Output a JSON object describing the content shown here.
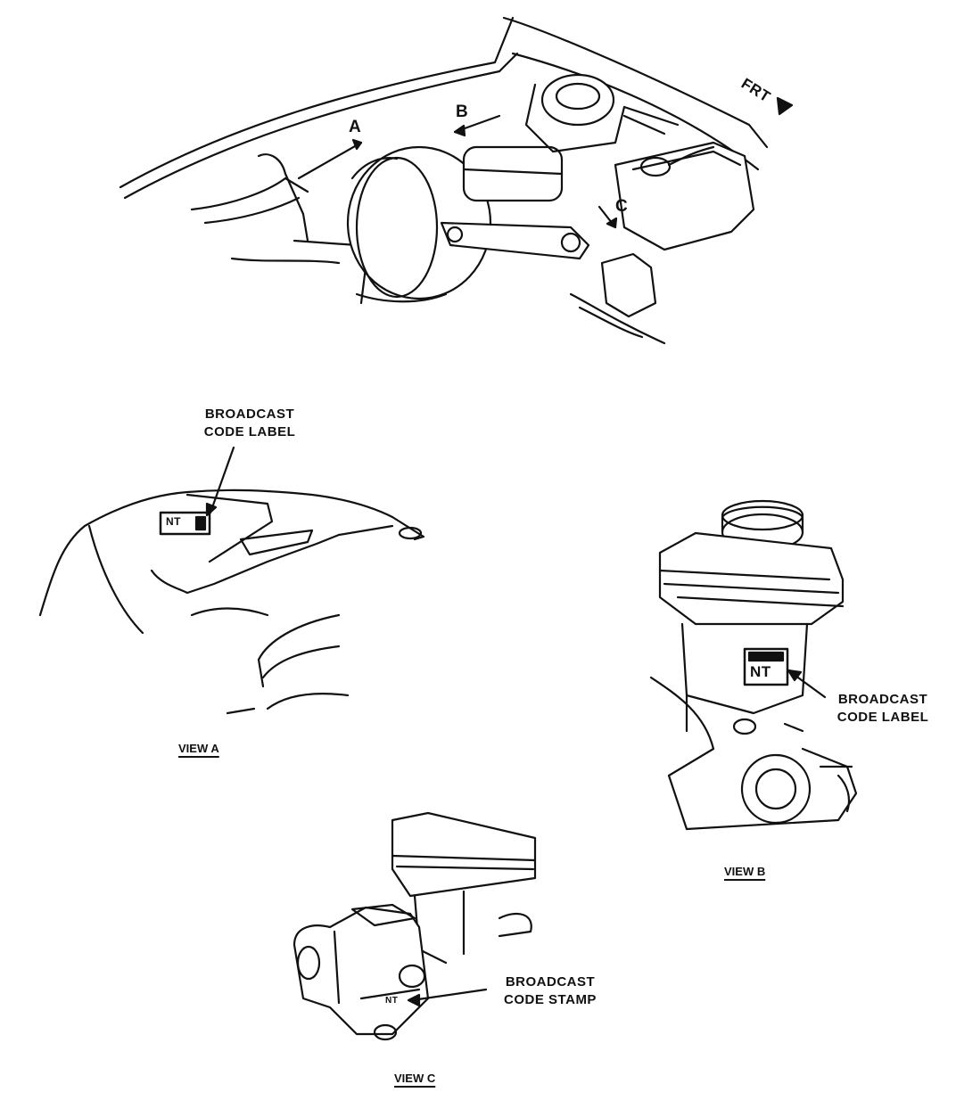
{
  "overview": {
    "front_label": "FRT",
    "callout_a": "A",
    "callout_b": "B",
    "callout_c": "C"
  },
  "view_a": {
    "label_line1": "BROADCAST",
    "label_line2": "CODE LABEL",
    "caption": "VIEW A",
    "code": "NT"
  },
  "view_b": {
    "label_line1": "BROADCAST",
    "label_line2": "CODE LABEL",
    "caption": "VIEW B",
    "code": "NT"
  },
  "view_c": {
    "label_line1": "BROADCAST",
    "label_line2": "CODE STAMP",
    "caption": "VIEW C",
    "code": "NT"
  },
  "colors": {
    "ink": "#111111",
    "paper": "#ffffff"
  }
}
